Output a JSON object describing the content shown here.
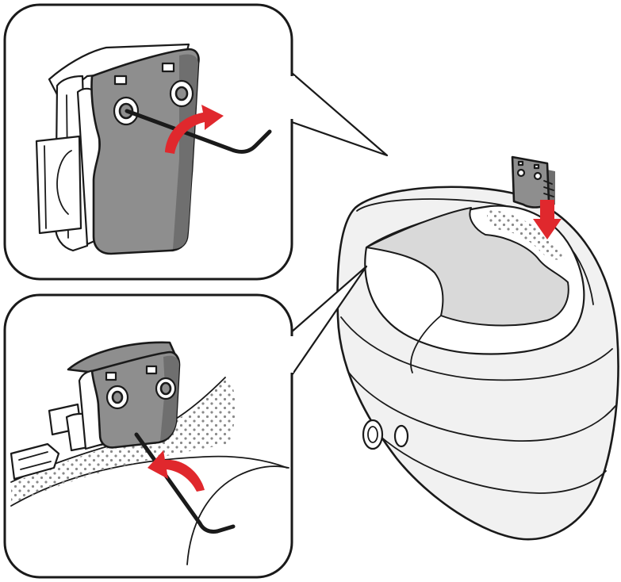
{
  "figure": {
    "panels": [
      {
        "id": "top-inset",
        "content": "clamp-plate-with-hex-key"
      },
      {
        "id": "bottom-inset",
        "content": "clamp-plate-installed-in-helmet-padding"
      }
    ],
    "colors": {
      "stroke": "#1a1a1a",
      "plate_fill": "#8e8e8e",
      "plate_shadow": "#6f6f6f",
      "helmet_fill": "#f1f1f1",
      "padding_dots": "#8a8a8a",
      "arrow": "#e0282d",
      "background": "#ffffff"
    },
    "icons": {
      "rotation_arrow": "curved-arrow-icon",
      "insert_arrow": "down-arrow-icon",
      "tool": "hex-key-icon"
    }
  }
}
